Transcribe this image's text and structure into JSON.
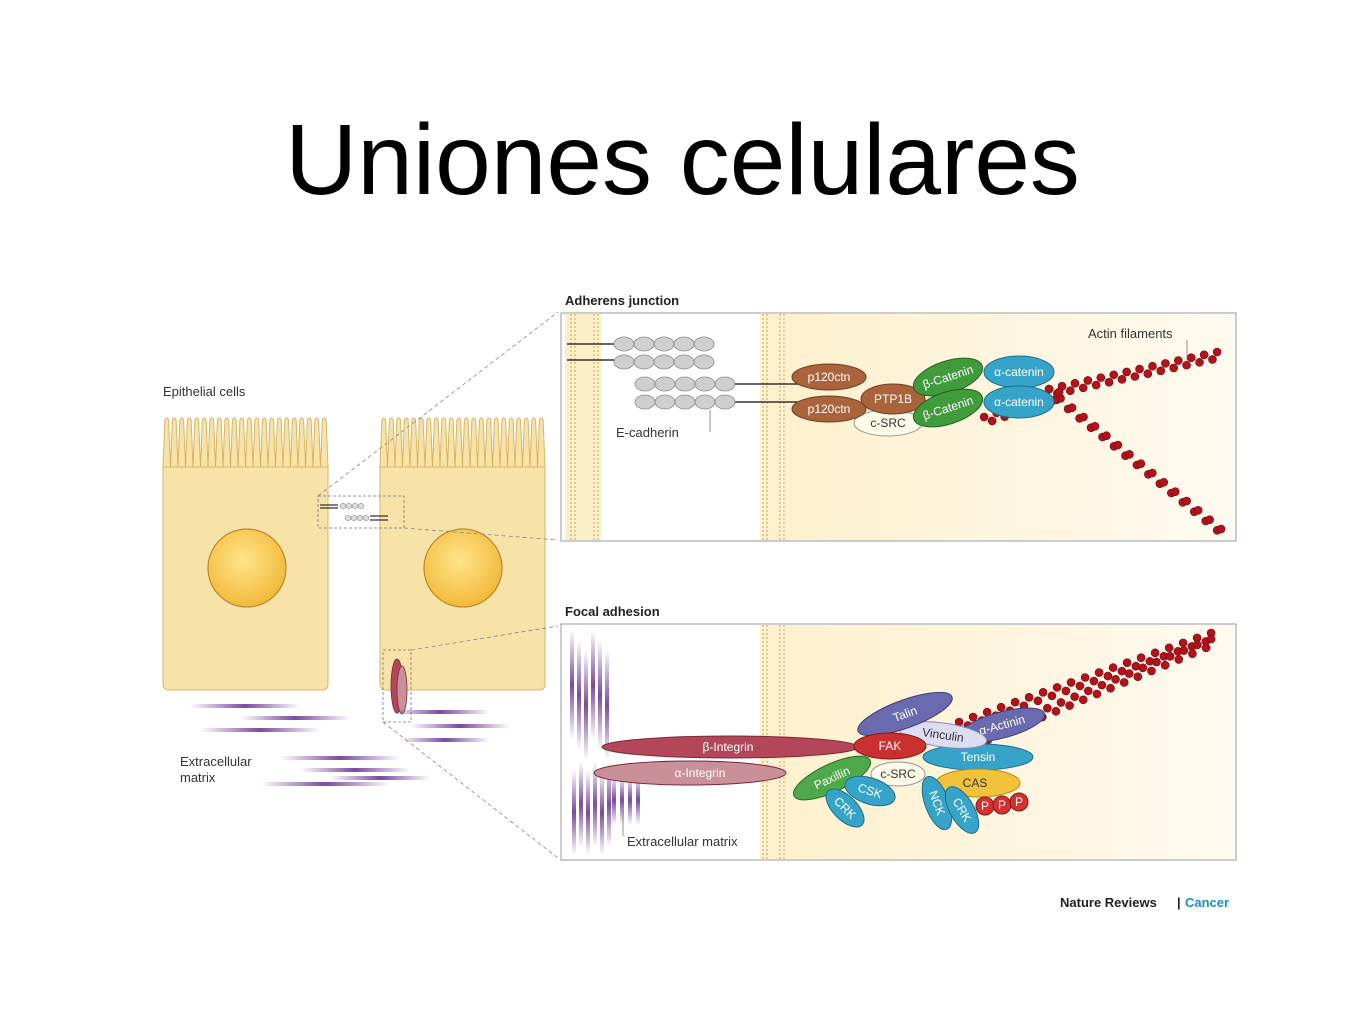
{
  "title": "Uniones celulares",
  "left_panel": {
    "cells_label": "Epithelial cells",
    "ecm_label_line1": "Extracellular",
    "ecm_label_line2": "matrix"
  },
  "adherens": {
    "header": "Adherens junction",
    "actin": "Actin filaments",
    "ecad": "E-cadherin",
    "p120_top": "p120ctn",
    "p120_bottom": "p120ctn",
    "ptp1b": "PTP1B",
    "csrc": "c-SRC",
    "bcat_top": "β-Catenin",
    "bcat_bottom": "β-Catenin",
    "acat_top": "α-catenin",
    "acat_bottom": "α-catenin"
  },
  "focal": {
    "header": "Focal adhesion",
    "ecm": "Extracellular matrix",
    "b_integrin": "β-Integrin",
    "a_integrin": "α-Integrin",
    "talin": "Talin",
    "vinculin": "Vinculin",
    "a_actinin": "α-Actinin",
    "fak": "FAK",
    "tensin": "Tensin",
    "paxillin": "Paxillin",
    "csrc": "c-SRC",
    "cas": "CAS",
    "csk": "CSK",
    "crk_left": "CRK",
    "nck": "NCK",
    "crk_right": "CRK",
    "p1": "P",
    "p2": "P",
    "p3": "P"
  },
  "credit": {
    "journal": "Nature Reviews",
    "separator": "|",
    "section": "Cancer"
  },
  "colors": {
    "cell_fill": "#f7e3a8",
    "nucleus": "#f6c84a",
    "panel_bg": "#fdf3d6",
    "actin": "#b3121d",
    "p120": "#a9643b",
    "bcat": "#3f9b3c",
    "acat": "#36a3c9",
    "integrin_b": "#b4465a",
    "integrin_a": "#c9909a",
    "talin": "#6a6aae",
    "fak": "#c9302f",
    "ecm": "#7c4aa0",
    "cancer": "#1a8fc2"
  }
}
